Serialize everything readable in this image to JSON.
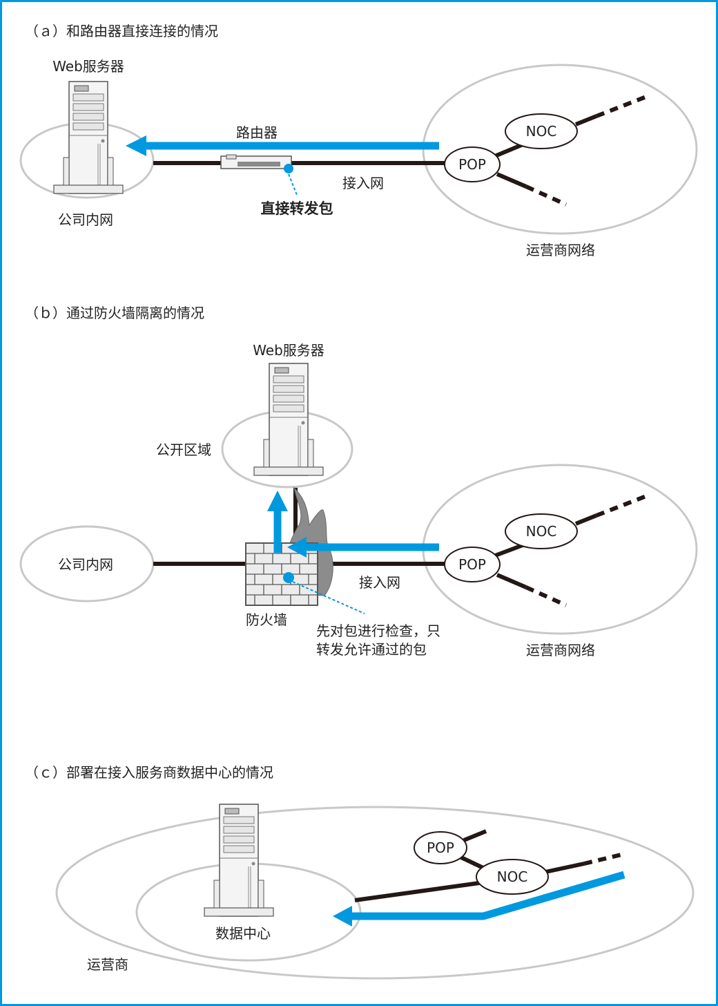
{
  "colors": {
    "accent": "#0099e0",
    "line": "#231815",
    "ellipse": "#c8c8c8"
  },
  "icons": [
    "server-icon",
    "router-icon",
    "firewall-icon",
    "flame-icon",
    "arrow-icon"
  ],
  "panel_a": {
    "caption": "（ａ）和路由器直接连接的情况",
    "server_label": "Web服务器",
    "lan_label": "公司内网",
    "router_label": "路由器",
    "forward_label": "直接转发包",
    "access_label": "接入网",
    "pop_label": "POP",
    "noc_label": "NOC",
    "carrier_label": "运营商网络"
  },
  "panel_b": {
    "caption": "（ｂ）通过防火墙隔离的情况",
    "server_label": "Web服务器",
    "public_label": "公开区域",
    "lan_label": "公司内网",
    "firewall_label": "防火墙",
    "access_label": "接入网",
    "pop_label": "POP",
    "noc_label": "NOC",
    "carrier_label": "运营商网络",
    "note_line1": "先对包进行检查，只",
    "note_line2": "转发允许通过的包"
  },
  "panel_c": {
    "caption": "（ｃ）部署在接入服务商数据中心的情况",
    "pop_label": "POP",
    "noc_label": "NOC",
    "dc_label": "数据中心",
    "carrier_label": "运营商"
  }
}
